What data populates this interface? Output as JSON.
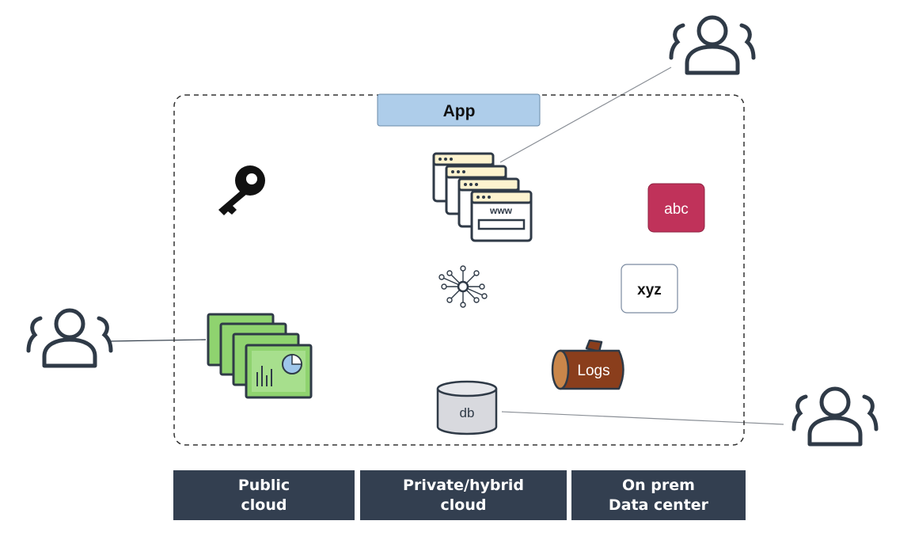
{
  "app_label": "App",
  "labels": {
    "www": "www",
    "abc": "abc",
    "xyz": "xyz",
    "logs": "Logs",
    "db": "db"
  },
  "footer": {
    "public_cloud": [
      "Public",
      "cloud"
    ],
    "private_hybrid_cloud": [
      "Private/hybrid",
      "cloud"
    ],
    "on_prem": [
      "On prem",
      "Data center"
    ]
  },
  "colors": {
    "app_fill": "#aecdea",
    "abc_fill": "#c0325a",
    "logs_fill": "#8a3e1c",
    "db_fill": "#d8d9de",
    "dashboard_fill": "#8fd36f",
    "browser_fill": "#fdf3cf",
    "footer_fill": "#333f50",
    "icon_stroke": "#2f3a47"
  },
  "icons": [
    "users-group-icon",
    "key-icon",
    "browser-windows-icon",
    "network-hub-icon",
    "dashboard-reports-icon",
    "logs-icon",
    "database-icon"
  ]
}
